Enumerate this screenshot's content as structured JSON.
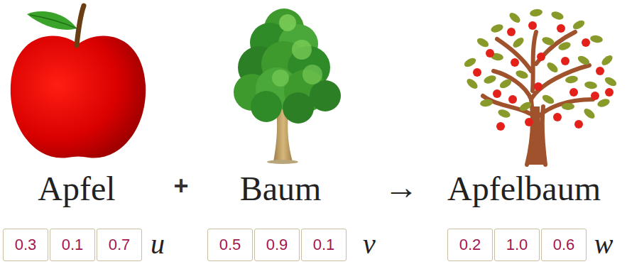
{
  "diagram": {
    "nodes": [
      {
        "text": [
          "0.3"
        ]
      },
      {
        "text": [
          "0.1"
        ]
      },
      {
        "text": [
          "0.7"
        ]
      },
      {
        "text": [
          "0.5"
        ]
      },
      {
        "text": [
          "0.9"
        ]
      },
      {
        "text": [
          "0.1"
        ]
      },
      {
        "text": [
          "0.2"
        ]
      },
      {
        "text": [
          "1.0"
        ]
      },
      {
        "text": [
          "0.6"
        ]
      }
    ],
    "labels": [
      "Apfel",
      "+",
      "Baum",
      "→",
      "Apfelbaum",
      "u",
      "v",
      "w"
    ]
  }
}
